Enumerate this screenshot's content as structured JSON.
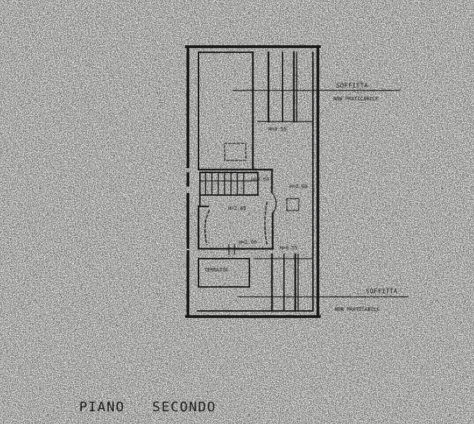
{
  "floor_title": "PIANO   SECONDO",
  "labels": {
    "attic_top_line1": "SOFFITTA",
    "attic_top_line2": "NON PRATICABILE",
    "attic_bottom_line1": "SOFFITTA",
    "attic_bottom_line2": "NON PRATICABILE",
    "height_top": "H=0.55",
    "height_stair": "H=2.60",
    "height_right": "H=2.00",
    "height_room": "H=2.85",
    "height_lower": "H=2.60",
    "height_lower_right": "H=0.55",
    "terrace": "TERRAZZA"
  },
  "colors": {
    "paper": "#f7f7f5",
    "ink": "#1a1a1a"
  }
}
